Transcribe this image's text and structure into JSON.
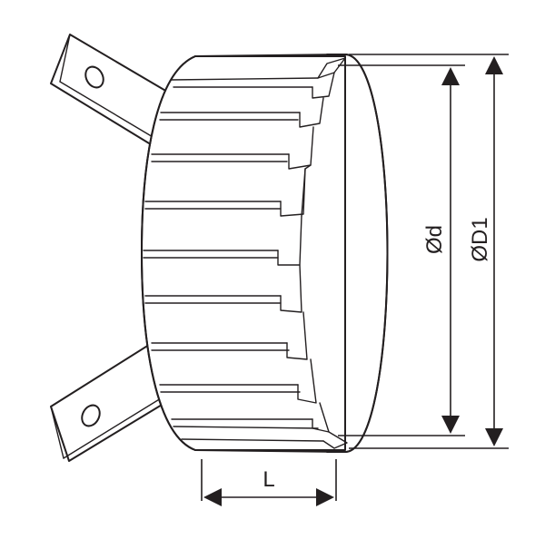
{
  "diagram": {
    "labels": {
      "inner_diameter": "Ød",
      "outer_diameter": "ØD1",
      "length": "L"
    },
    "line_color": "#231f20",
    "background": "#ffffff"
  }
}
